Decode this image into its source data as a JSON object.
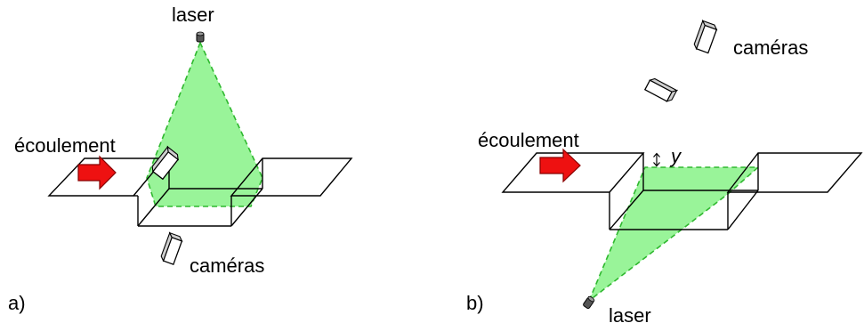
{
  "colors": {
    "laser_sheet_fill": "#6ef06e",
    "laser_sheet_edge": "#2fb82f",
    "flow_arrow": "#ee1111",
    "flow_arrow_edge": "#880000",
    "laser_body": "#555555"
  },
  "panel_a": {
    "tag": "a)",
    "laser_label": "laser",
    "flow_label": "écoulement",
    "cameras_label": "caméras"
  },
  "panel_b": {
    "tag": "b)",
    "laser_label": "laser",
    "flow_label": "écoulement",
    "cameras_label": "caméras",
    "height_symbol": "y"
  }
}
